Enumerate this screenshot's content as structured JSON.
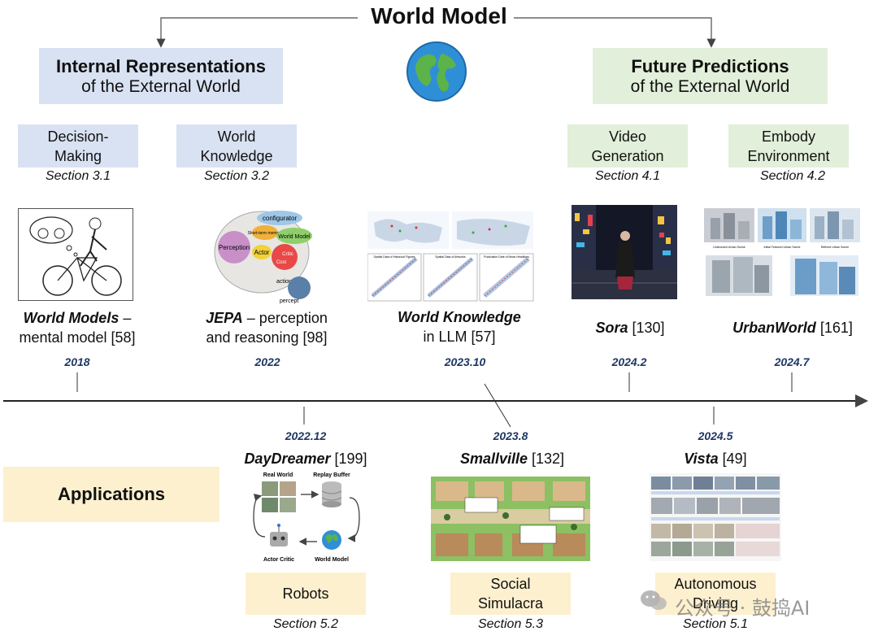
{
  "title": "World Model",
  "icons": {
    "globe": "globe-icon",
    "watermark": "wechat-icon"
  },
  "branches": {
    "left": {
      "line1": "Internal Representations",
      "line2": "of the External World",
      "color": "#d9e2f3"
    },
    "right": {
      "line1": "Future Predictions",
      "line2": "of the External World",
      "color": "#e2efda"
    }
  },
  "categories": [
    {
      "id": "decision",
      "line1": "Decision-",
      "line2": "Making",
      "section": "Section 3.1"
    },
    {
      "id": "knowledge",
      "line1": "World",
      "line2": "Knowledge",
      "section": "Section 3.2"
    },
    {
      "id": "video",
      "line1": "Video",
      "line2": "Generation",
      "section": "Section 4.1"
    },
    {
      "id": "embody",
      "line1": "Embody",
      "line2": "Environment",
      "section": "Section 4.2"
    }
  ],
  "milestones_top": [
    {
      "id": "worldmodels",
      "name": "World Models",
      "rest1": " –",
      "line2": "mental model [58]",
      "year": "2018"
    },
    {
      "id": "jepa",
      "name": "JEPA",
      "rest1": " – perception",
      "line2": "and reasoning [98]",
      "year": "2022"
    },
    {
      "id": "worldknowledge",
      "name": "World Knowledge",
      "rest1": "",
      "line2": "in LLM [57]",
      "year": "2023.10"
    },
    {
      "id": "sora",
      "name": "Sora",
      "rest1": " [130]",
      "line2": "",
      "year": "2024.2"
    },
    {
      "id": "urbanworld",
      "name": "UrbanWorld",
      "rest1": " [161]",
      "line2": "",
      "year": "2024.7"
    }
  ],
  "milestones_bottom": [
    {
      "id": "daydreamer",
      "name": "DayDreamer",
      "rest": " [199]",
      "year": "2022.12"
    },
    {
      "id": "smallville",
      "name": "Smallville",
      "rest": " [132]",
      "year": "2023.8"
    },
    {
      "id": "vista",
      "name": "Vista",
      "rest": " [49]",
      "year": "2024.5"
    }
  ],
  "applications": {
    "label": "Applications",
    "items": [
      {
        "id": "robots",
        "line1": "Robots",
        "line2": "",
        "section": "Section 5.2"
      },
      {
        "id": "social",
        "line1": "Social",
        "line2": "Simulacra",
        "section": "Section 5.3"
      },
      {
        "id": "driving",
        "line1": "Autonomous",
        "line2": "Driving",
        "section": "Section 5.1"
      }
    ]
  },
  "figure_labels": {
    "jepa": {
      "configurator": "configurator",
      "shortterm": "Short-term memory",
      "worldmodel": "World Model",
      "perception": "Perception",
      "actor": "Actor",
      "critic": "Critic",
      "cost": "Cost",
      "action": "action",
      "percept": "percept"
    },
    "daydreamer": {
      "realworld": "Real World",
      "replay": "Replay Buffer",
      "actorcritic": "Actor Critic",
      "worldmodel": "World Model"
    },
    "urbanworld": {
      "untextured": "Untextured Urban Scene",
      "initial": "Initial Textured Urban Scene",
      "refined": "Refined Urban Scene"
    },
    "wk": {
      "p1": "Spatial Data of Historical Figures",
      "p2": "Spatial Data of Artworks",
      "p3": "Publication Date of News Headlines"
    }
  },
  "watermark": "公众号 · 鼓捣AI"
}
